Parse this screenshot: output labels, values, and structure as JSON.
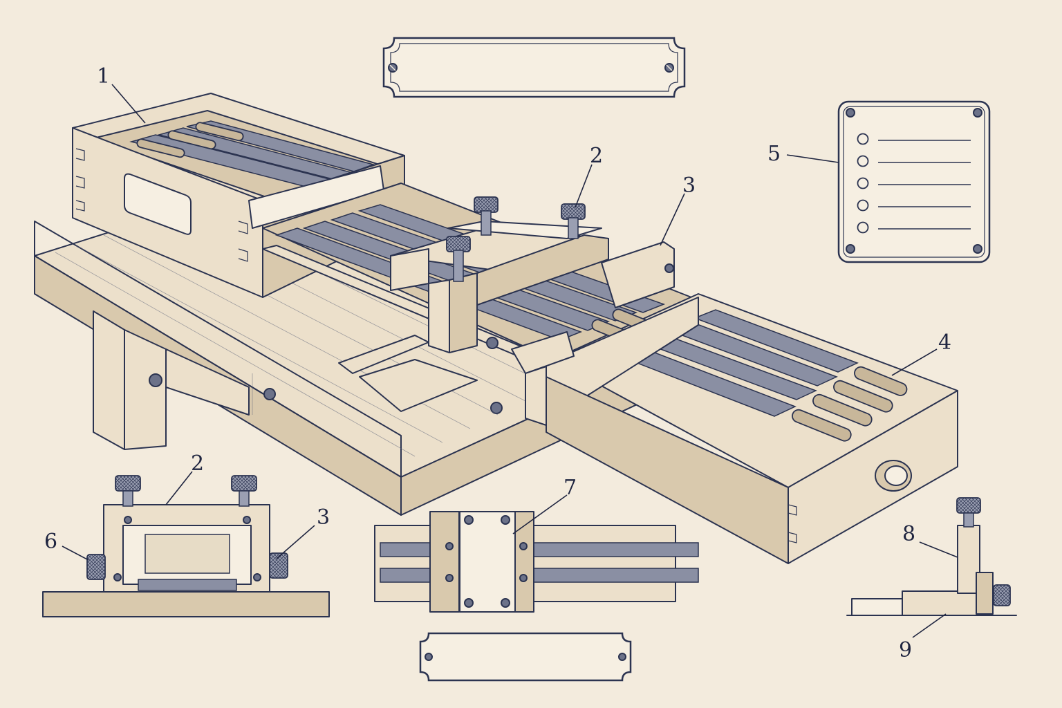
{
  "callouts": [
    {
      "id": "1",
      "text": "1"
    },
    {
      "id": "2",
      "text": "2"
    },
    {
      "id": "3",
      "text": "3"
    },
    {
      "id": "4",
      "text": "4"
    },
    {
      "id": "5",
      "text": "5"
    },
    {
      "id": "2b",
      "text": "2"
    },
    {
      "id": "3b",
      "text": "3"
    },
    {
      "id": "6",
      "text": "6"
    },
    {
      "id": "7",
      "text": "7"
    },
    {
      "id": "8",
      "text": "8"
    },
    {
      "id": "9",
      "text": "9"
    }
  ],
  "nameplates": {
    "top_title": "",
    "bottom_caption": "",
    "box_plate": ""
  },
  "legend_card": {
    "rows": [
      "",
      "",
      "",
      "",
      ""
    ]
  },
  "colors": {
    "paper": "#f3ebdd",
    "ink": "#2b3350",
    "wood": "#ece0cb"
  }
}
